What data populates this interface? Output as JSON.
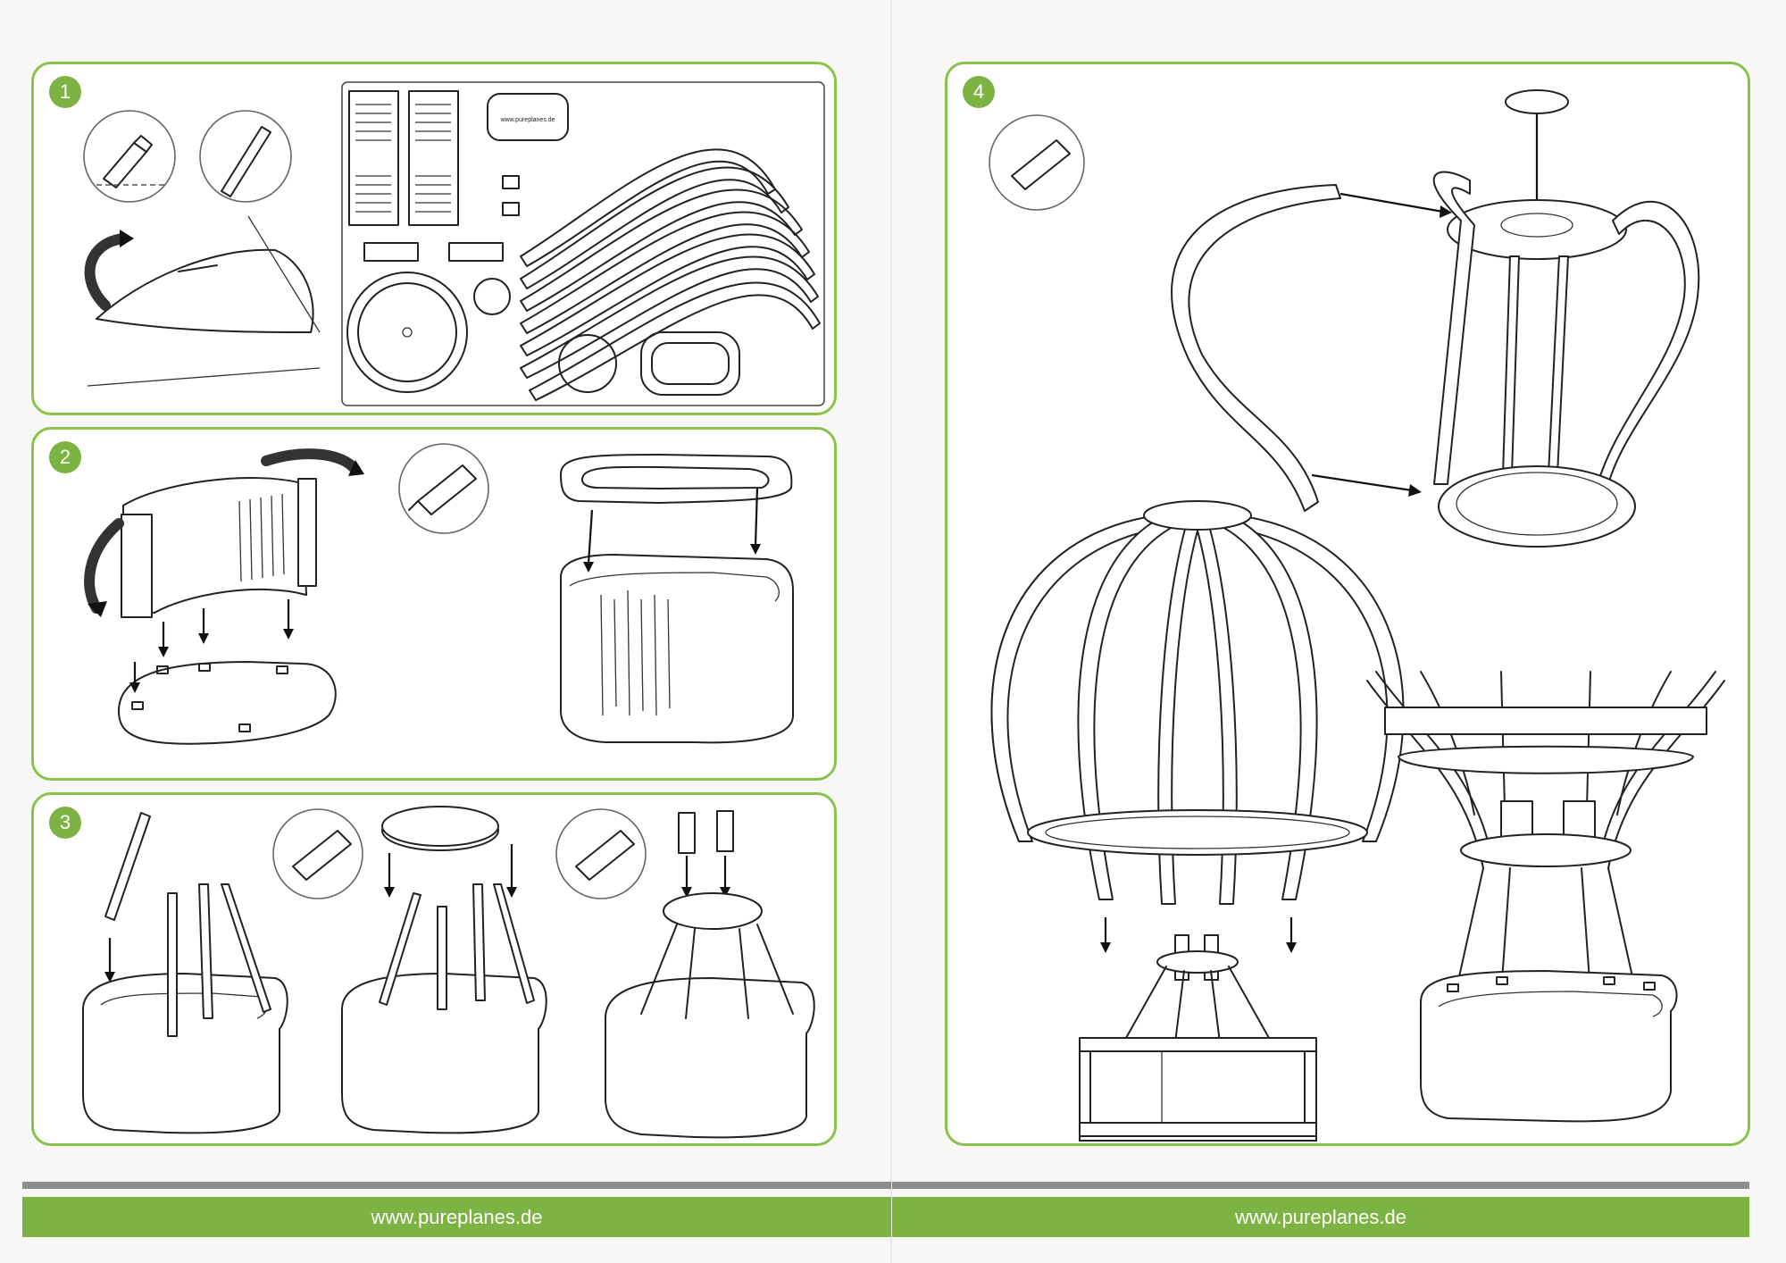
{
  "steps": [
    {
      "number": "1"
    },
    {
      "number": "2"
    },
    {
      "number": "3"
    },
    {
      "number": "4"
    }
  ],
  "parts_sheet": {
    "stamp_text": "www.pureplanes.de"
  },
  "footer": {
    "left_url": "www.pureplanes.de",
    "right_url": "www.pureplanes.de"
  },
  "colors": {
    "accent_green": "#7cb342",
    "panel_border": "#8bc34a",
    "rule_gray": "#8c8c8c"
  },
  "icons": [
    "cutter-knife-icon",
    "sanding-file-icon",
    "glue-tube-icon"
  ]
}
